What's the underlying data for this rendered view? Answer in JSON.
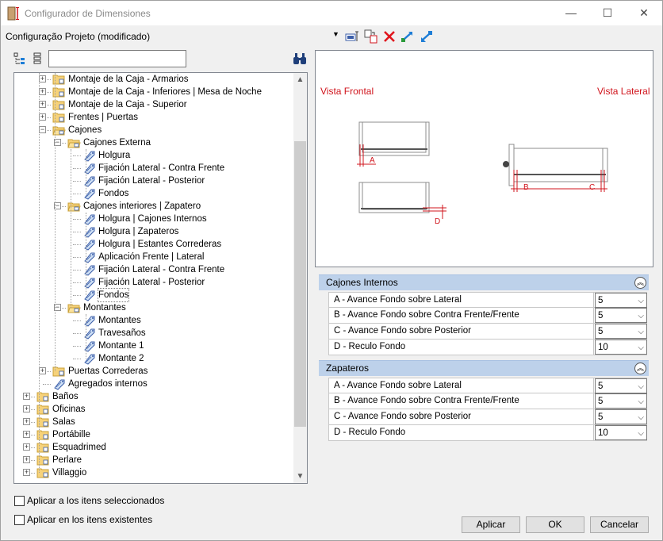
{
  "window": {
    "title": "Configurador de Dimensiones",
    "controls": {
      "minimize": "—",
      "maximize": "☐",
      "close": "✕"
    }
  },
  "project": {
    "label": "Configuração Projeto (modificado)",
    "dropdown_arrow": "▼"
  },
  "toolbar": {
    "icons": [
      "apply-dimensions-icon",
      "copy-config-icon",
      "delete-icon",
      "export-icon",
      "import-icon"
    ]
  },
  "tree_toolbar": {
    "search_value": "",
    "icons": [
      "expand-tree-icon",
      "collapse-tree-icon",
      "binoculars-icon"
    ]
  },
  "tree": {
    "rows": [
      {
        "label": "Montaje de la Caja - Armarios",
        "level": 2,
        "type": "folder",
        "exp": "+"
      },
      {
        "label": "Montaje de la Caja - Inferiores | Mesa de Noche",
        "level": 2,
        "type": "folder",
        "exp": "+"
      },
      {
        "label": "Montaje de la Caja - Superior",
        "level": 2,
        "type": "folder",
        "exp": "+"
      },
      {
        "label": "Frentes | Puertas",
        "level": 2,
        "type": "folder",
        "exp": "+"
      },
      {
        "label": "Cajones",
        "level": 2,
        "type": "folder-open",
        "exp": "−"
      },
      {
        "label": "Cajones Externa",
        "level": 3,
        "type": "folder-open",
        "exp": "−"
      },
      {
        "label": "Holgura",
        "level": 4,
        "type": "tag"
      },
      {
        "label": "Fijación Lateral - Contra Frente",
        "level": 4,
        "type": "tag"
      },
      {
        "label": "Fijación Lateral - Posterior",
        "level": 4,
        "type": "tag"
      },
      {
        "label": "Fondos",
        "level": 4,
        "type": "tag"
      },
      {
        "label": "Cajones interiores | Zapatero",
        "level": 3,
        "type": "folder-open",
        "exp": "−"
      },
      {
        "label": "Holgura | Cajones Internos",
        "level": 4,
        "type": "tag"
      },
      {
        "label": "Holgura | Zapateros",
        "level": 4,
        "type": "tag"
      },
      {
        "label": "Holgura | Estantes Correderas",
        "level": 4,
        "type": "tag"
      },
      {
        "label": "Aplicación Frente | Lateral",
        "level": 4,
        "type": "tag"
      },
      {
        "label": "Fijación Lateral - Contra Frente",
        "level": 4,
        "type": "tag"
      },
      {
        "label": "Fijación Lateral - Posterior",
        "level": 4,
        "type": "tag"
      },
      {
        "label": "Fondos",
        "level": 4,
        "type": "tag",
        "selected": true
      },
      {
        "label": "Montantes",
        "level": 3,
        "type": "folder-open",
        "exp": "−"
      },
      {
        "label": "Montantes",
        "level": 4,
        "type": "tag"
      },
      {
        "label": "Travesaños",
        "level": 4,
        "type": "tag"
      },
      {
        "label": "Montante 1",
        "level": 4,
        "type": "tag"
      },
      {
        "label": "Montante 2",
        "level": 4,
        "type": "tag"
      },
      {
        "label": "Puertas Correderas",
        "level": 2,
        "type": "folder",
        "exp": "+"
      },
      {
        "label": "Agregados internos",
        "level": 2,
        "type": "tag"
      },
      {
        "label": "Baños",
        "level": 1,
        "type": "folder",
        "exp": "+"
      },
      {
        "label": "Oficinas",
        "level": 1,
        "type": "folder",
        "exp": "+"
      },
      {
        "label": "Salas",
        "level": 1,
        "type": "folder",
        "exp": "+"
      },
      {
        "label": "Portábille",
        "level": 1,
        "type": "folder",
        "exp": "+"
      },
      {
        "label": "Esquadrimed",
        "level": 1,
        "type": "folder",
        "exp": "+"
      },
      {
        "label": "Perlare",
        "level": 1,
        "type": "folder",
        "exp": "+"
      },
      {
        "label": "Villaggio",
        "level": 1,
        "type": "folder",
        "exp": "+"
      }
    ],
    "scroll_up": "▲",
    "scroll_down": "▼"
  },
  "preview": {
    "front_label": "Vista Frontal",
    "side_label": "Vista Lateral",
    "markers": {
      "a": "A",
      "b": "B",
      "c": "C",
      "d": "D"
    }
  },
  "groups": [
    {
      "title": "Cajones Internos",
      "collapse": "︽",
      "rows": [
        {
          "label": "A - Avance Fondo sobre Lateral",
          "value": "5"
        },
        {
          "label": "B - Avance Fondo sobre Contra Frente/Frente",
          "value": "5"
        },
        {
          "label": "C - Avance Fondo sobre Posterior",
          "value": "5"
        },
        {
          "label": "D - Reculo Fondo",
          "value": "10"
        }
      ]
    },
    {
      "title": "Zapateros",
      "collapse": "︽",
      "rows": [
        {
          "label": "A - Avance Fondo sobre Lateral",
          "value": "5"
        },
        {
          "label": "B - Avance Fondo sobre Contra Frente/Frente",
          "value": "5"
        },
        {
          "label": "C - Avance Fondo sobre Posterior",
          "value": "5"
        },
        {
          "label": "D - Reculo Fondo",
          "value": "10"
        }
      ]
    }
  ],
  "chevron": "⌵",
  "options": {
    "apply_selected": {
      "label": "Aplicar a los itens seleccionados",
      "checked": false
    },
    "apply_existing": {
      "label": "Aplicar en los itens existentes",
      "checked": false
    }
  },
  "buttons": {
    "apply": "Aplicar",
    "ok": "OK",
    "cancel": "Cancelar"
  },
  "colors": {
    "accent_red": "#d0141c",
    "group_header": "#bdd1ea"
  }
}
